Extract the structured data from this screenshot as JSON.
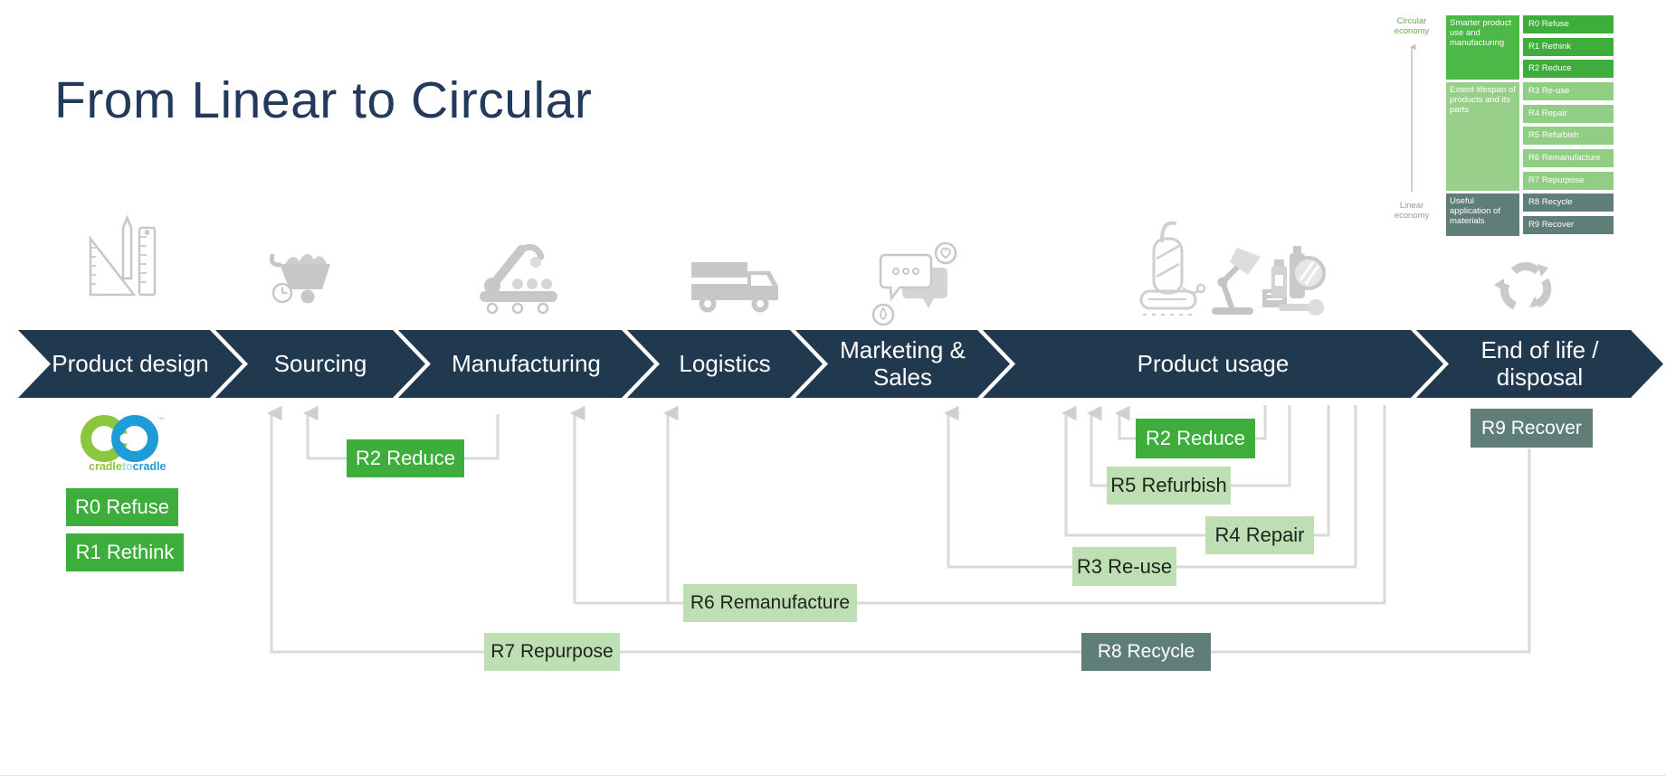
{
  "title": "From Linear to Circular",
  "stages": [
    {
      "label": "Product design",
      "icon": "drafting-tools-icon"
    },
    {
      "label": "Sourcing",
      "icon": "material-cart-icon"
    },
    {
      "label": "Manufacturing",
      "icon": "robot-arm-conveyor-icon"
    },
    {
      "label": "Logistics",
      "icon": "truck-icon"
    },
    {
      "label": "Marketing & Sales",
      "icon": "chat-bubbles-icon"
    },
    {
      "label": "Product usage",
      "icon": "household-products-icon"
    },
    {
      "label": "End of life / disposal",
      "icon": "recycle-arrows-icon"
    }
  ],
  "r_boxes": {
    "r0": "R0 Refuse",
    "r1": "R1 Rethink",
    "r2_sourcing": "R2 Reduce",
    "r2_usage": "R2 Reduce",
    "r3": "R3 Re-use",
    "r4": "R4 Repair",
    "r5": "R5 Refurbish",
    "r6": "R6 Remanufacture",
    "r7": "R7 Repurpose",
    "r8": "R8 Recycle",
    "r9": "R9 Recover"
  },
  "logo": {
    "part1": "cradle",
    "part2": "to",
    "part3": "cradle",
    "trademark": "™"
  },
  "legend": {
    "top_label": "Circular economy",
    "bottom_label": "Linear economy",
    "groups": [
      {
        "label": "Smarter product use and manufacturing"
      },
      {
        "label": "Extent lifespan of products and its parts"
      },
      {
        "label": "Useful application of materials"
      }
    ],
    "rows": [
      {
        "label": "R0 Refuse",
        "tier": "bright"
      },
      {
        "label": "R1 Rethink",
        "tier": "bright"
      },
      {
        "label": "R2 Reduce",
        "tier": "bright"
      },
      {
        "label": "R3 Re-use",
        "tier": "light"
      },
      {
        "label": "R4 Repair",
        "tier": "light"
      },
      {
        "label": "R5 Refurbish",
        "tier": "light"
      },
      {
        "label": "R6 Remanufacture",
        "tier": "light"
      },
      {
        "label": "R7 Repurpose",
        "tier": "light"
      },
      {
        "label": "R8 Recycle",
        "tier": "slate"
      },
      {
        "label": "R9 Recover",
        "tier": "slate"
      }
    ]
  },
  "colors": {
    "navy": "#20394F",
    "title_navy": "#233A5C",
    "bright_green": "#3DAD3B",
    "light_green": "#BDDFB3",
    "slate_green": "#5F7E78",
    "legend_medium_green": "#4DB848",
    "legend_light_green": "#98CF8A",
    "connector_gray": "#D9D9D9",
    "icon_gray": "#C7C7C7",
    "logo_green": "#8CC63E",
    "logo_blue": "#1E9CD7"
  }
}
